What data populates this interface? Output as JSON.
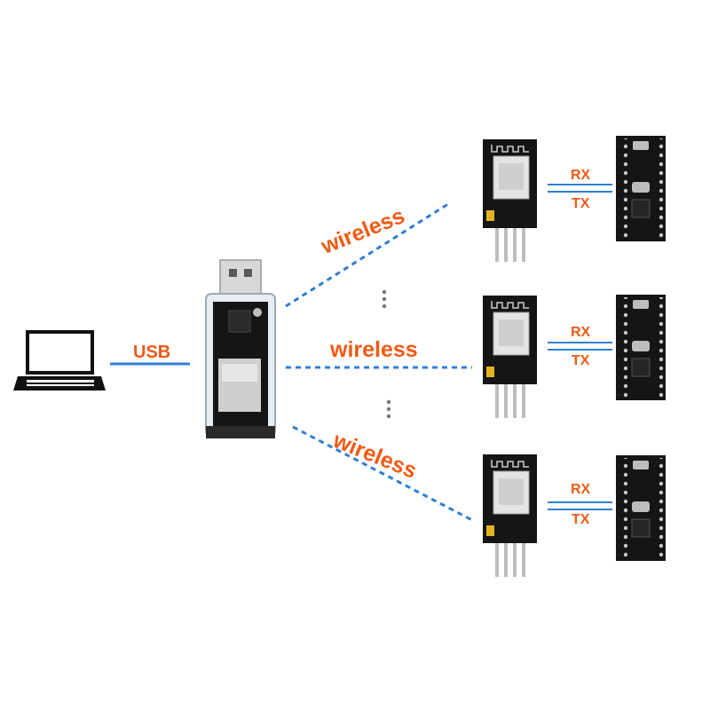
{
  "labels": {
    "usb": "USB",
    "wireless": "wireless",
    "rx": "RX",
    "tx": "TX"
  },
  "colors": {
    "label": "#f05a14",
    "line": "#2f7fd4",
    "pcb": "#141414",
    "laptop": "#111111"
  },
  "icons": {
    "laptop": "laptop-icon",
    "dongle": "usb-dongle-icon",
    "module": "wireless-module-icon",
    "mcu": "mcu-board-icon"
  }
}
